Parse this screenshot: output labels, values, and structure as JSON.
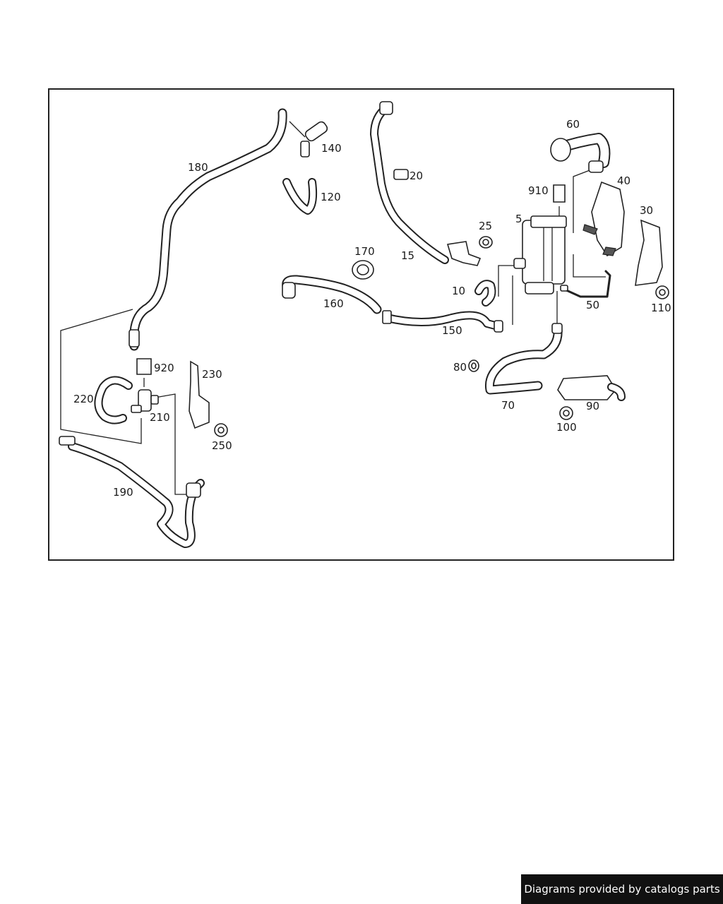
{
  "labels": {
    "l60": "60",
    "l40": "40",
    "l30": "30",
    "l910": "910",
    "l5": "5",
    "l25": "25",
    "l20": "20",
    "l140": "140",
    "l180": "180",
    "l120": "120",
    "l170": "170",
    "l15": "15",
    "l10": "10",
    "l160": "160",
    "l150": "150",
    "l50": "50",
    "l110": "110",
    "l80": "80",
    "l70": "70",
    "l90": "90",
    "l100": "100",
    "l920": "920",
    "l230": "230",
    "l220": "220",
    "l210": "210",
    "l250": "250",
    "l190": "190"
  },
  "footer": {
    "text": "Diagrams provided by catalogs parts"
  }
}
